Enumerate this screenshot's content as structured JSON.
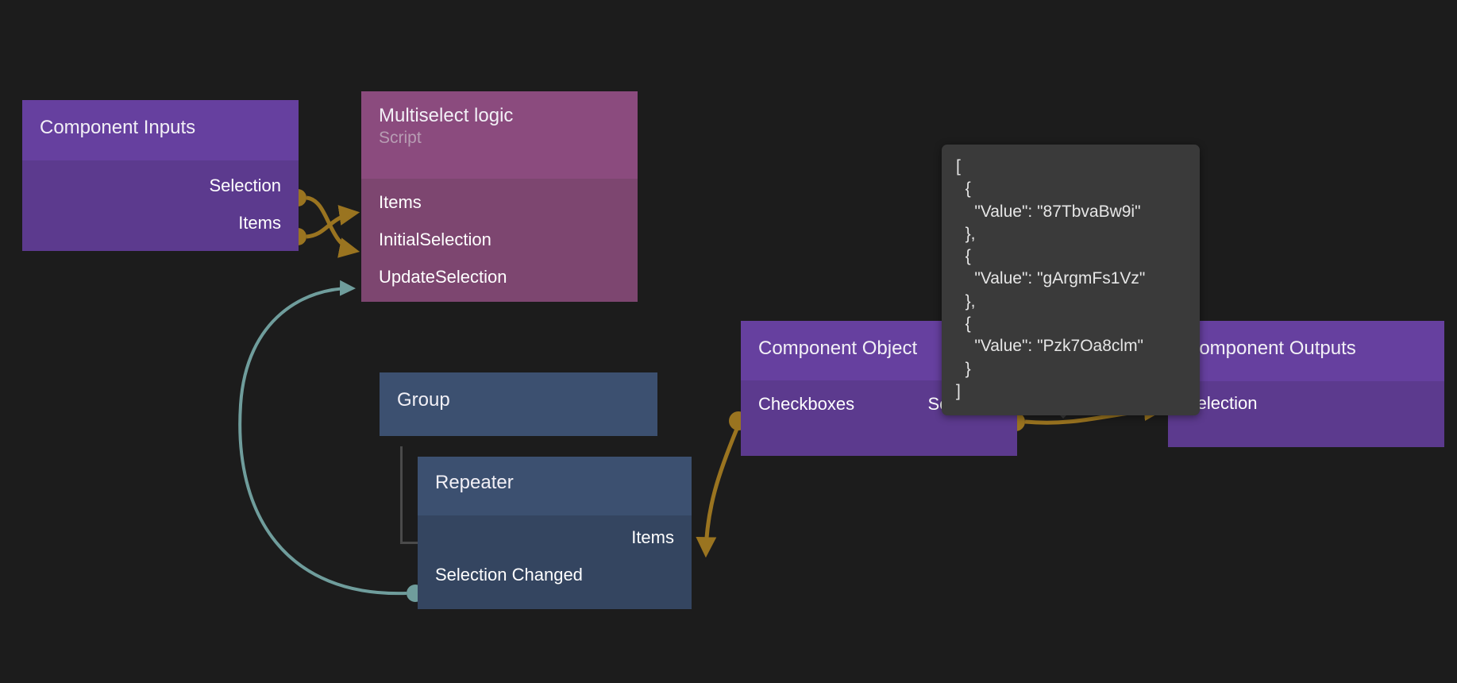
{
  "theme": {
    "canvas_bg": "#1c1c1c",
    "purple_header": "#66409f",
    "purple_body": "#5c3a8e",
    "pink_header": "#8b4b7e",
    "pink_body": "#7d4670",
    "blue_header": "#3c5070",
    "blue_body": "#344560",
    "wire_gold": "#9a7420",
    "wire_teal": "#6f9d9c",
    "tooltip_bg": "#3a3a3a",
    "text_primary": "#ffffff"
  },
  "nodes": {
    "component_inputs": {
      "title": "Component Inputs",
      "outputs": [
        "Selection",
        "Items"
      ]
    },
    "multiselect_logic": {
      "title": "Multiselect logic",
      "subtitle": "Script",
      "inputs": [
        "Items",
        "InitialSelection",
        "UpdateSelection"
      ]
    },
    "group": {
      "title": "Group"
    },
    "repeater": {
      "title": "Repeater",
      "outputs": [
        "Items"
      ],
      "inputs": [
        "Selection Changed"
      ]
    },
    "component_object": {
      "title": "Component Object",
      "input": "Checkboxes",
      "output": "Selection"
    },
    "component_outputs": {
      "title": "Component Outputs",
      "inputs": [
        "Selection"
      ]
    }
  },
  "tooltip": {
    "text": "[\n  {\n    \"Value\": \"87TbvaBw9i\"\n  },\n  {\n    \"Value\": \"gArgmFs1Vz\"\n  },\n  {\n    \"Value\": \"Pzk7Oa8clm\"\n  }\n]",
    "values": [
      "87TbvaBw9i",
      "gArgmFs1Vz",
      "Pzk7Oa8clm"
    ]
  },
  "connections": [
    {
      "from": "component_inputs.Selection",
      "to": "multiselect_logic.InitialSelection",
      "color": "#9a7420"
    },
    {
      "from": "component_inputs.Items",
      "to": "multiselect_logic.Items",
      "color": "#9a7420"
    },
    {
      "from": "repeater.Selection Changed",
      "to": "multiselect_logic.UpdateSelection",
      "color": "#6f9d9c"
    },
    {
      "from": "repeater.Items",
      "to": "component_object.Checkboxes",
      "color": "#9a7420"
    },
    {
      "from": "component_object.Selection",
      "to": "component_outputs.Selection",
      "color": "#9a7420"
    }
  ]
}
